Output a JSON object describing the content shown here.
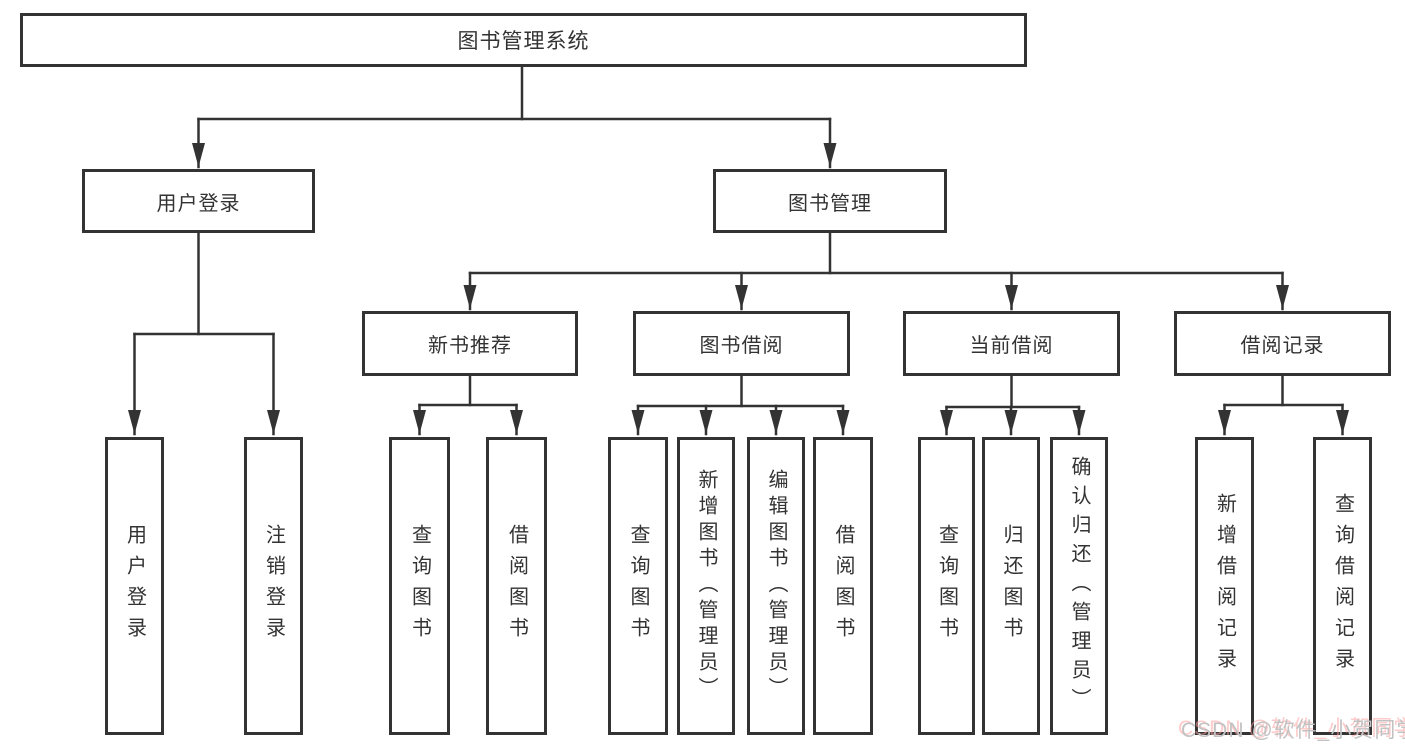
{
  "diagram": {
    "type": "hierarchy-tree",
    "nodes": {
      "root": "图书管理系统",
      "level2": [
        "用户登录",
        "图书管理"
      ],
      "level3": [
        "新书推荐",
        "图书借阅",
        "当前借阅",
        "借阅记录"
      ],
      "leaves_login": [
        "用户登录",
        "注销登录"
      ],
      "leaves_newbook": [
        "查询图书",
        "借阅图书"
      ],
      "leaves_bookborrow": [
        "查询图书",
        "新增图书（管理员）",
        "编辑图书（管理员）",
        "借阅图书"
      ],
      "leaves_currentborrow": [
        "查询图书",
        "归还图书",
        "确认归还（管理员）"
      ],
      "leaves_borrowrecord": [
        "新增借阅记录",
        "查询借阅记录"
      ]
    },
    "edges": [
      {
        "from": "图书管理系统",
        "to": "用户登录"
      },
      {
        "from": "图书管理系统",
        "to": "图书管理"
      },
      {
        "from": "用户登录",
        "to": "用户登录(叶)"
      },
      {
        "from": "用户登录",
        "to": "注销登录"
      },
      {
        "from": "图书管理",
        "to": "新书推荐"
      },
      {
        "from": "图书管理",
        "to": "图书借阅"
      },
      {
        "from": "图书管理",
        "to": "当前借阅"
      },
      {
        "from": "图书管理",
        "to": "借阅记录"
      },
      {
        "from": "新书推荐",
        "to": "查询图书"
      },
      {
        "from": "新书推荐",
        "to": "借阅图书"
      },
      {
        "from": "图书借阅",
        "to": "查询图书"
      },
      {
        "from": "图书借阅",
        "to": "新增图书（管理员）"
      },
      {
        "from": "图书借阅",
        "to": "编辑图书（管理员）"
      },
      {
        "from": "图书借阅",
        "to": "借阅图书"
      },
      {
        "from": "当前借阅",
        "to": "查询图书"
      },
      {
        "from": "当前借阅",
        "to": "归还图书"
      },
      {
        "from": "当前借阅",
        "to": "确认归还（管理员）"
      },
      {
        "from": "借阅记录",
        "to": "新增借阅记录"
      },
      {
        "from": "借阅记录",
        "to": "查询借阅记录"
      }
    ],
    "colors": {
      "line": "#333333",
      "box_border": "#333333",
      "text": "#333333",
      "background": "#ffffff",
      "watermark_gray": "#c2c2c2",
      "watermark_pink": "#ffa0a0"
    }
  },
  "watermark": "CSDN @软件_小贺同学"
}
